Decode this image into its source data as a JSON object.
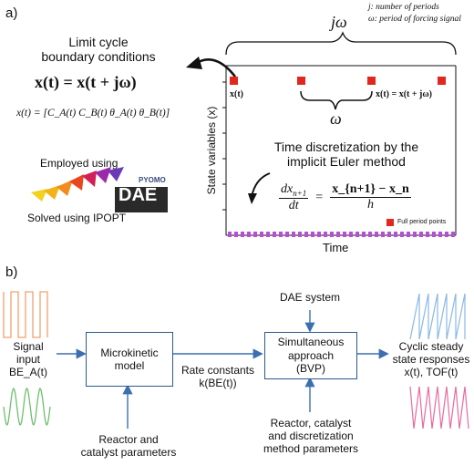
{
  "panel_a": {
    "label": "a)",
    "top_right_legend": {
      "line1": "j: number of periods",
      "line2": "ω: period of forcing signal"
    },
    "jw_label": "jω",
    "limit_cycle_title_line1": "Limit cycle",
    "limit_cycle_title_line2": "boundary conditions",
    "bc_equation": "x(t) = x(t + jω)",
    "state_vector": "x(t) = [C_A(t) C_B(t) θ_A(t) θ_B(t)]",
    "employed_using": "Employed using",
    "pyomo_text": "PYOMO",
    "dae_text": "DAE",
    "solved_using": "Solved using IPOPT",
    "plot": {
      "ylabel": "State variables (x)",
      "xlabel": "Time",
      "point_left": "x(t)",
      "point_right": "x(t) = x(t + jω)",
      "omega": "ω",
      "discretization_line1": "Time discretization by the",
      "discretization_line2": "implicit Euler method",
      "euler_lhs_num": "dx",
      "euler_lhs_sub": "n+1",
      "euler_lhs_den": "dt",
      "euler_rhs_num": "x_{n+1} − x_n",
      "euler_rhs_den": "h",
      "legend": "Full period points",
      "colors": {
        "point": "#e0281e",
        "dots": "#b64fd6"
      }
    }
  },
  "panel_b": {
    "label": "b)",
    "signal_input_line1": "Signal",
    "signal_input_line2": "input",
    "signal_input_line3": "BE_A(t)",
    "microkinetic_line1": "Microkinetic",
    "microkinetic_line2": "model",
    "reactor_catalyst_line1": "Reactor and",
    "reactor_catalyst_line2": "catalyst parameters",
    "rate_constants_line1": "Rate constants",
    "rate_constants_line2": "k(BE(t))",
    "dae_system": "DAE system",
    "simultaneous_line1": "Simultaneous",
    "simultaneous_line2": "approach",
    "simultaneous_line3": "(BVP)",
    "reactor_disc_line1": "Reactor, catalyst",
    "reactor_disc_line2": "and discretization",
    "reactor_disc_line3": "method parameters",
    "cyclic_line1": "Cyclic steady",
    "cyclic_line2": "state responses",
    "cyclic_line3": "x(t), TOF(t)",
    "colors": {
      "square_wave": "#f0a070",
      "sine_wave": "#6fbf6f",
      "sawtooth_up": "#8ab8e6",
      "sawtooth_down": "#e86aa0",
      "arrow": "#3b6fb0",
      "box_border": "#2c5a8c"
    }
  }
}
